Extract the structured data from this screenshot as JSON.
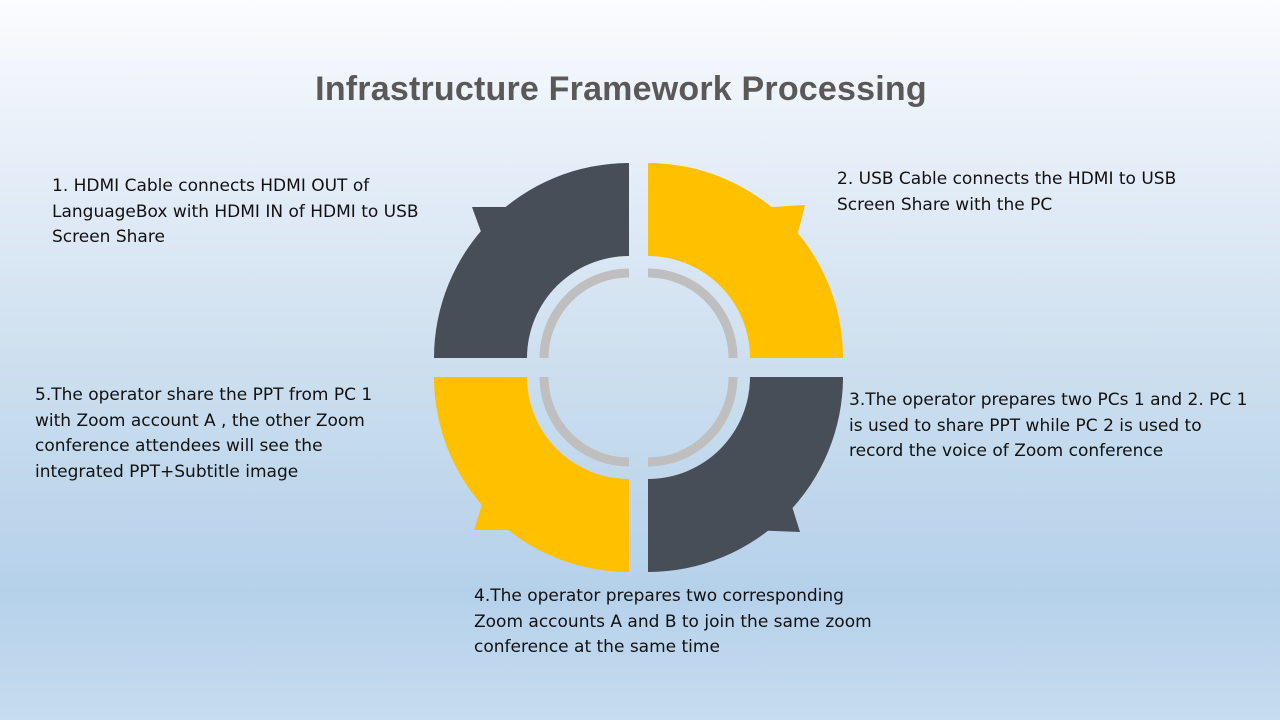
{
  "title": "Infrastructure Framework Processing",
  "colors": {
    "dark_segment": "#474e57",
    "accent_segment": "#ffc000",
    "inner_ring": "#bfbfbf",
    "title_text": "#595959"
  },
  "steps": [
    {
      "id": 1,
      "text": "1. HDMI Cable connects HDMI OUT of LanguageBox with HDMI IN of HDMI to USB Screen Share"
    },
    {
      "id": 2,
      "text": "2. USB Cable connects the HDMI to USB Screen Share with the PC"
    },
    {
      "id": 3,
      "text": "3.The operator prepares two PCs 1 and 2. PC 1 is used to share PPT while PC 2 is used to record the voice of Zoom conference"
    },
    {
      "id": 4,
      "text": "4.The operator prepares two corresponding Zoom accounts A and B to join the same zoom conference at the same time"
    },
    {
      "id": 5,
      "text": "5.The operator share the PPT from PC 1 with Zoom account A , the other Zoom conference attendees will see the integrated PPT+Subtitle image"
    }
  ]
}
